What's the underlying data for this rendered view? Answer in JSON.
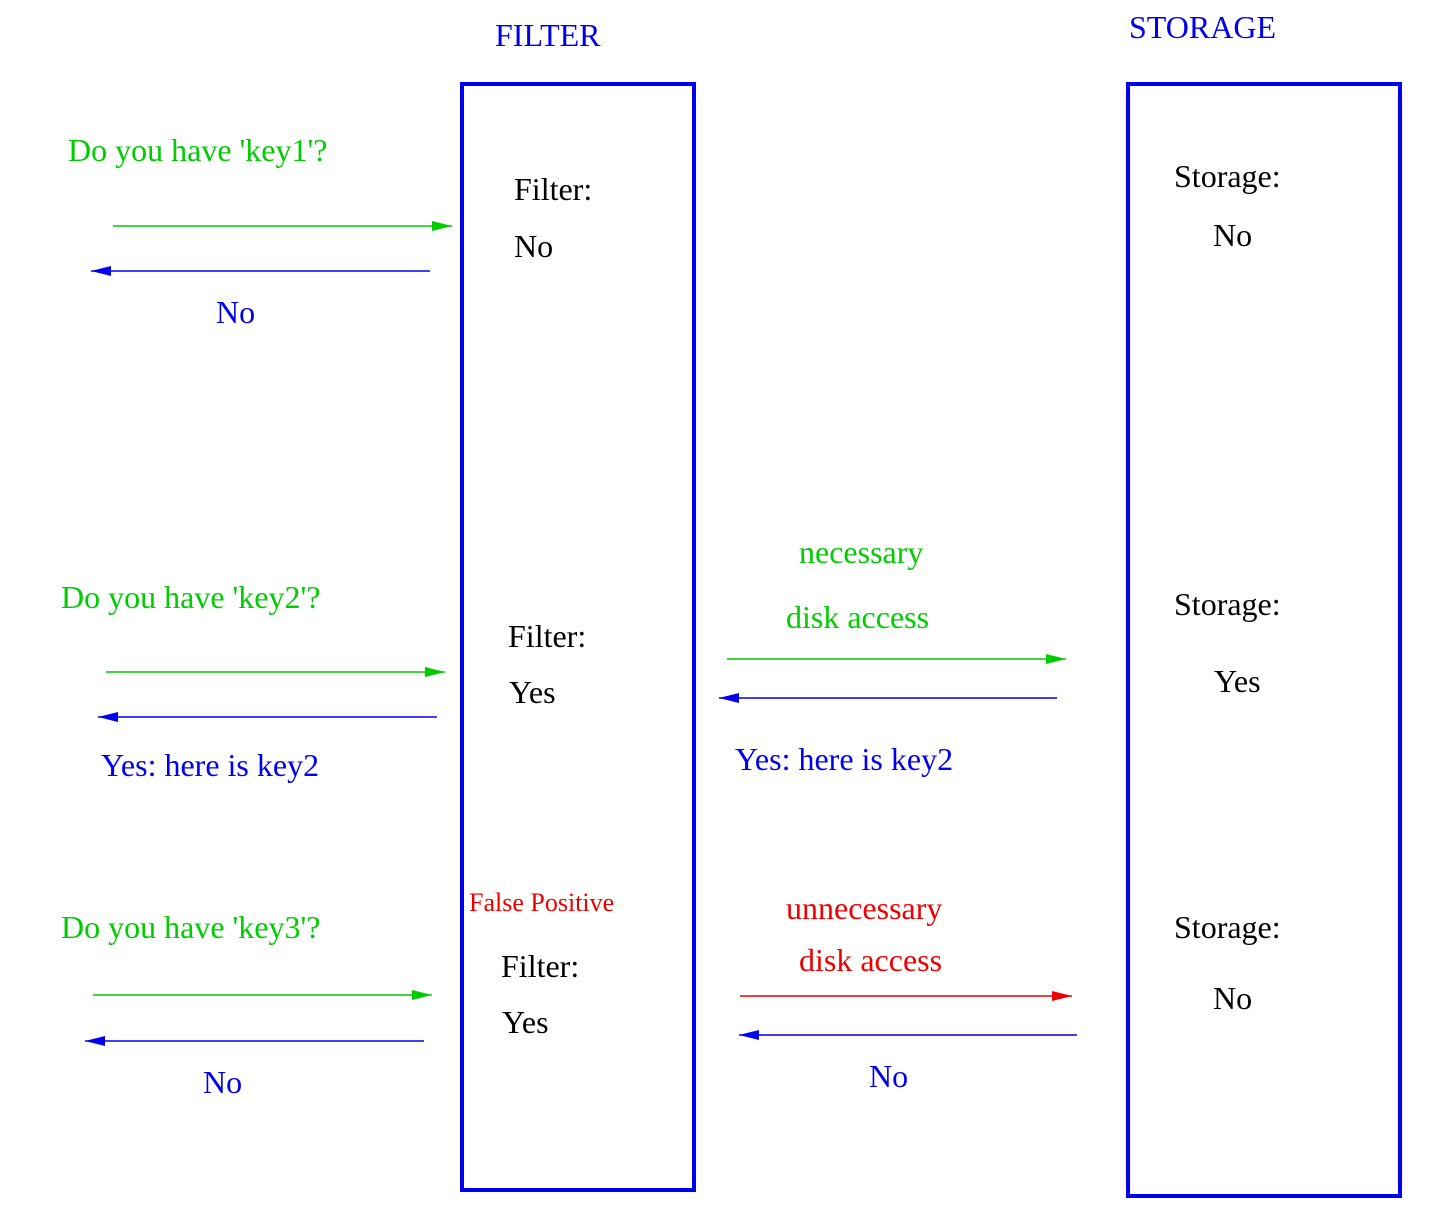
{
  "colors": {
    "blue": "#0000ee",
    "green": "#00cc00",
    "red": "#ee0000",
    "black": "#000000"
  },
  "headers": {
    "filter": "FILTER",
    "storage": "STORAGE"
  },
  "rows": [
    {
      "question": "Do you have 'key1'?",
      "client_reply": "No",
      "filter_label": "Filter:",
      "filter_answer": "No",
      "storage_label": "Storage:",
      "storage_answer": "No"
    },
    {
      "question": "Do you have 'key2'?",
      "client_reply": "Yes: here is key2",
      "filter_label": "Filter:",
      "filter_answer": "Yes",
      "access_line1": "necessary",
      "access_line2": "disk access",
      "storage_reply": "Yes: here is key2",
      "storage_label": "Storage:",
      "storage_answer": "Yes"
    },
    {
      "question": "Do you have 'key3'?",
      "client_reply": "No",
      "false_positive": "False Positive",
      "filter_label": "Filter:",
      "filter_answer": "Yes",
      "access_line1": "unnecessary",
      "access_line2": "disk access",
      "storage_reply": "No",
      "storage_label": "Storage:",
      "storage_answer": "No"
    }
  ]
}
